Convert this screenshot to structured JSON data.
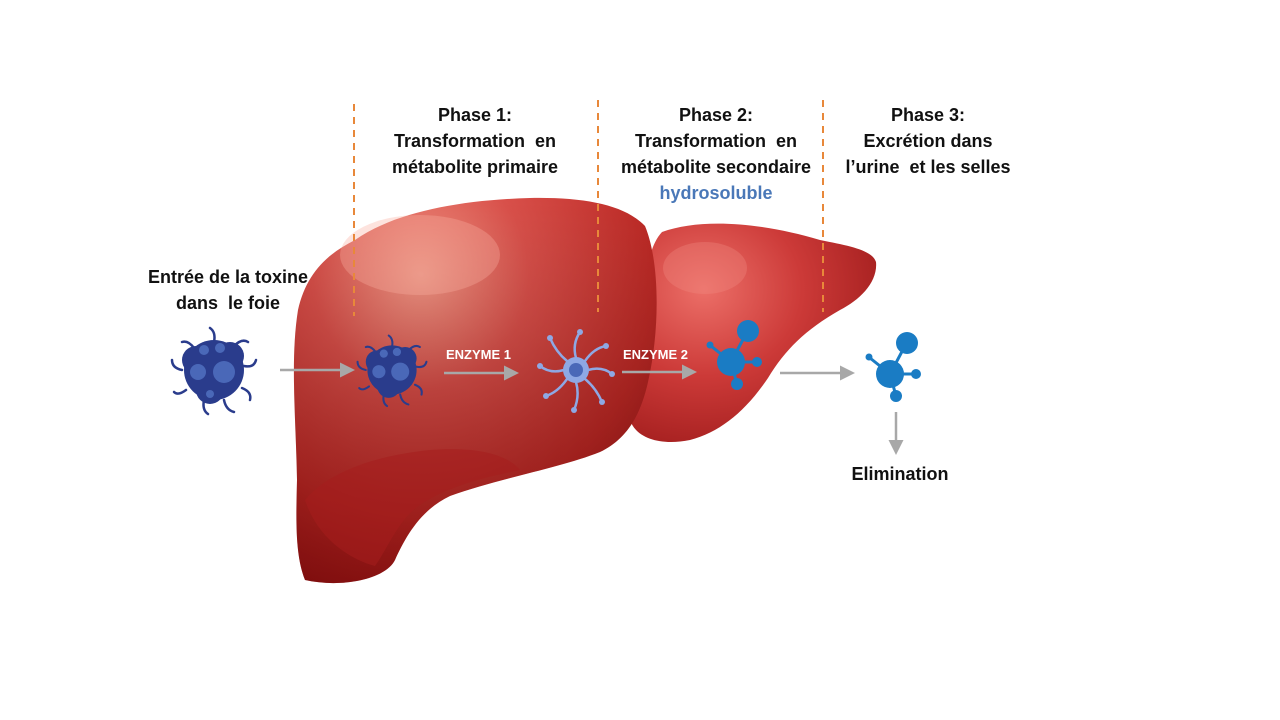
{
  "phase1": {
    "heading": "Phase 1:",
    "line1": "Transformation  en",
    "line2": "métabolite primaire"
  },
  "phase2": {
    "heading": "Phase 2:",
    "line1": "Transformation  en",
    "line2": "métabolite secondaire",
    "highlight": "hydrosoluble"
  },
  "phase3": {
    "heading": "Phase 3:",
    "line1": "Excrétion dans",
    "line2": "l’urine  et les selles"
  },
  "entry": {
    "line1": "Entrée de la toxine",
    "line2": "dans  le foie"
  },
  "enzyme1": "ENZYME 1",
  "enzyme2": "ENZYME 2",
  "elimination": "Elimination",
  "colors": {
    "liver_dark": "#b22020",
    "liver_mid": "#c93a3a",
    "liver_light": "#f08878",
    "toxin": "#2a3c8c",
    "primary_metabolite": "#8ea8e4",
    "secondary_metabolite": "#1a7cc4",
    "highlight_text": "#4a78b8",
    "divider": "#e8883a",
    "arrow": "#a8a8a8"
  },
  "icons": {
    "toxin": "toxin-virus-icon",
    "primary": "primary-metabolite-icon",
    "secondary": "secondary-metabolite-molecule-icon"
  }
}
